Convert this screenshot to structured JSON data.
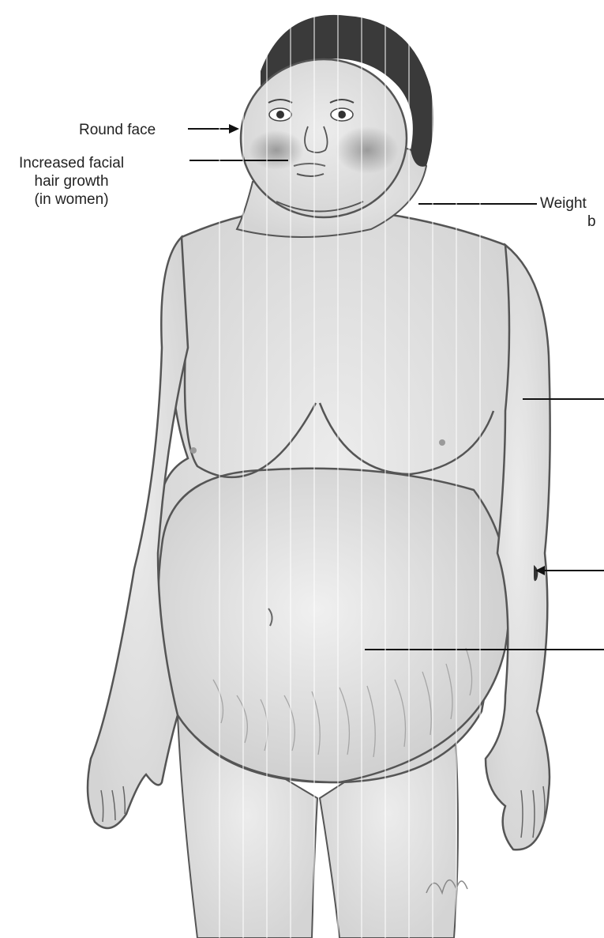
{
  "labels": {
    "round_face": "Round face",
    "facial_hair": [
      "Increased facial",
      "hair growth",
      "(in women)"
    ],
    "weight": [
      "Weight",
      "b"
    ]
  },
  "colors": {
    "skin": "#e4e4e4",
    "skin_shade": "#cfcfcf",
    "outline": "#555555",
    "hair": "#3a3a3a",
    "blush": "#9a9a9a",
    "leader": "#111111"
  },
  "icons": [
    "arrow-right-icon"
  ]
}
